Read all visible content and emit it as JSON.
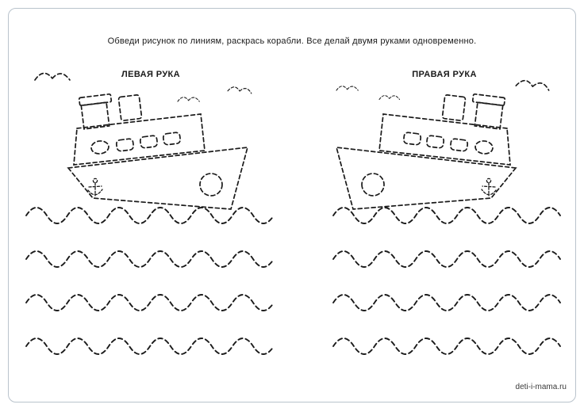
{
  "page": {
    "instruction": "Обведи рисунок по линиям,  раскрась корабли. Все делай двумя руками одновременно.",
    "left_label": "ЛЕВАЯ РУКА",
    "right_label": "ПРАВАЯ РУКА",
    "watermark": "deti-i-mama.ru",
    "ink_color": "#1a1a1a",
    "frame_color": "#b9c3cc",
    "background_color": "#ffffff"
  }
}
